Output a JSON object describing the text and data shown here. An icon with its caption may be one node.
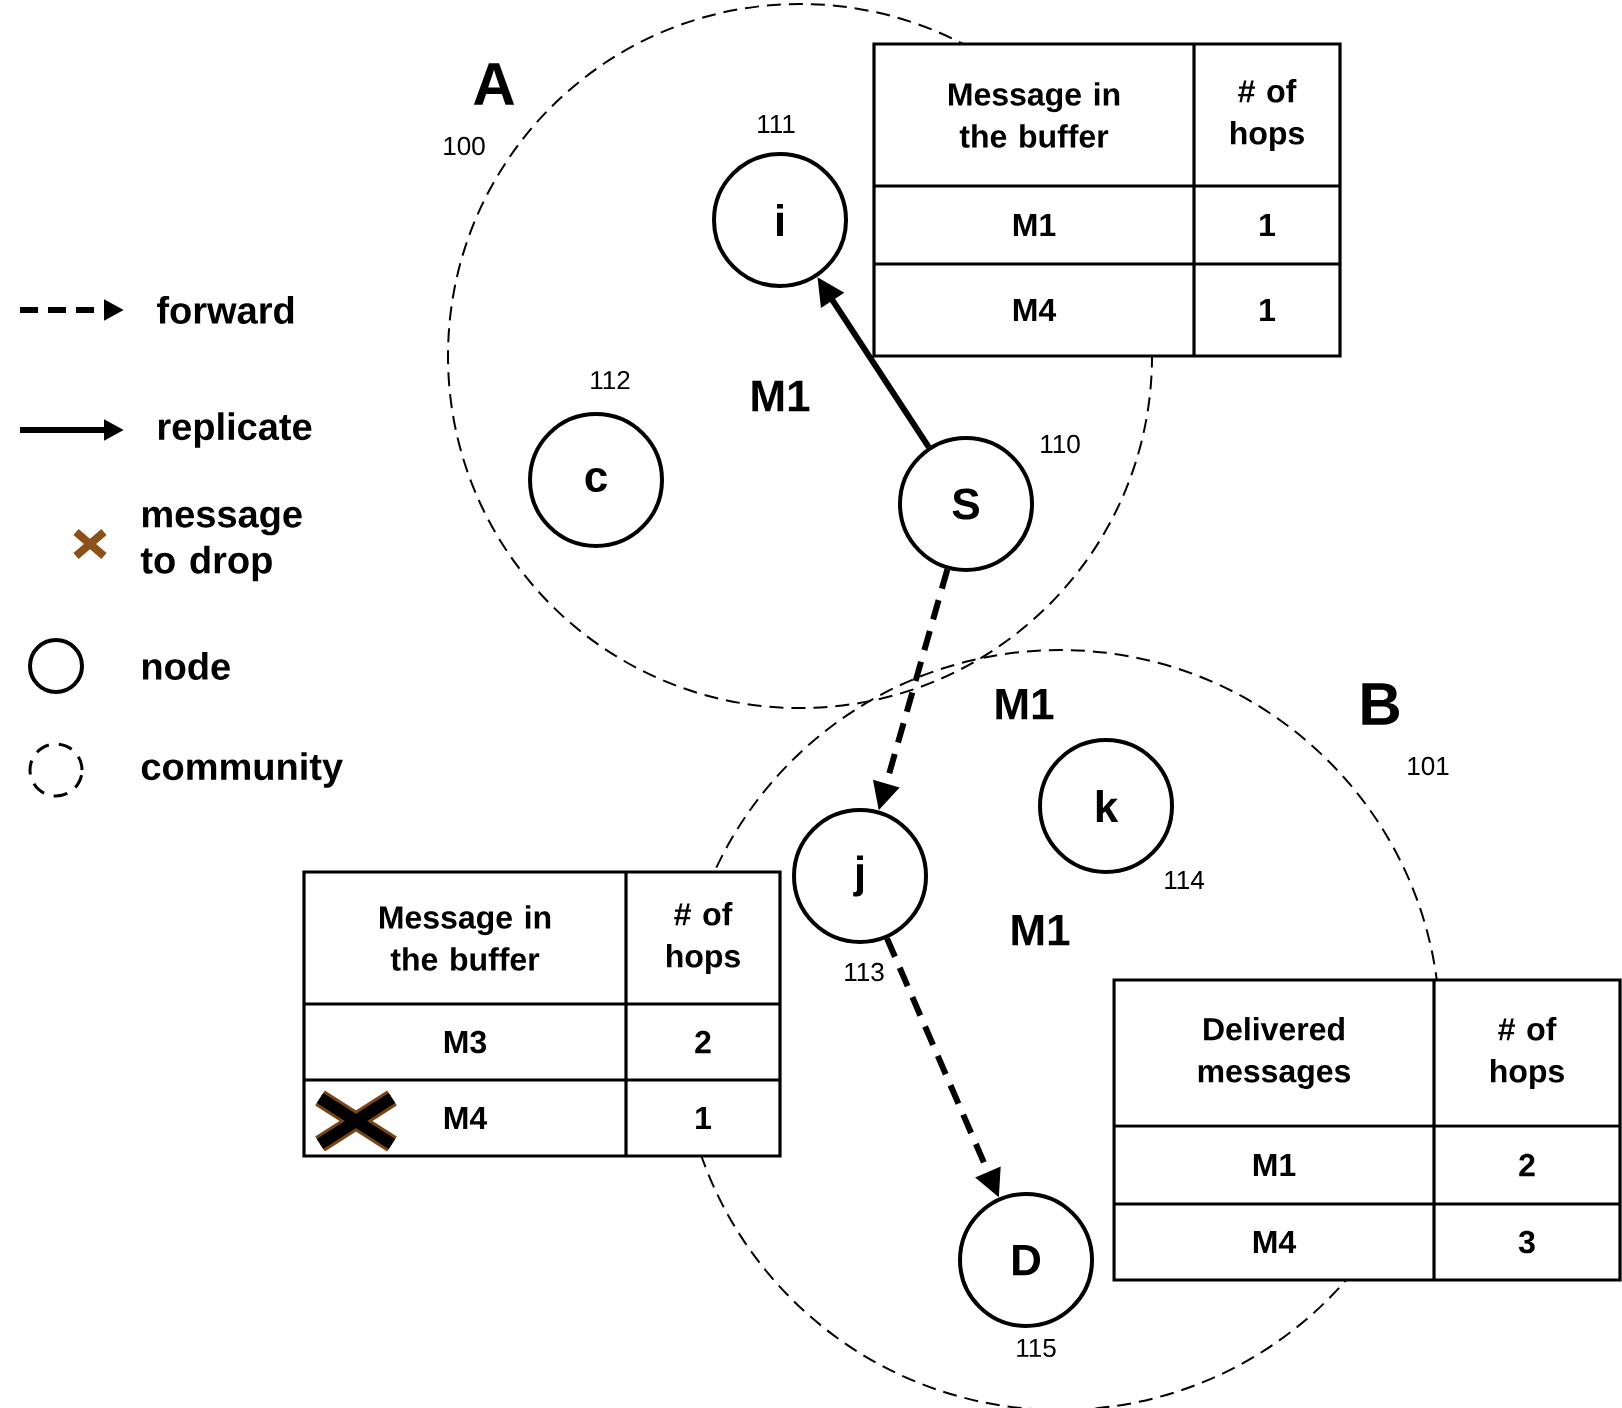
{
  "diagram": {
    "nodes": [
      {
        "text": [
          "A"
        ],
        "beside": [
          "100"
        ]
      },
      {
        "text": [
          "i"
        ],
        "in": 0,
        "beside": [
          "111"
        ]
      },
      {
        "text": [
          "c"
        ],
        "in": 0,
        "beside": [
          "112"
        ]
      },
      {
        "text": [
          "S"
        ],
        "in": 0,
        "beside": [
          "110"
        ]
      },
      {
        "text": [
          "B"
        ],
        "beside": [
          "101"
        ]
      },
      {
        "text": [
          "j"
        ],
        "in": 4,
        "beside": [
          "113"
        ]
      },
      {
        "text": [
          "k"
        ],
        "in": 4,
        "beside": [
          "114"
        ]
      },
      {
        "text": [
          "D"
        ],
        "in": 4,
        "beside": [
          "115"
        ]
      }
    ],
    "edges": [
      {
        "from": 3,
        "to": 1,
        "arrow": "to",
        "label": "M1"
      },
      {
        "from": 3,
        "to": 5,
        "arrow": "to",
        "label": "M1",
        "style": "dashed"
      },
      {
        "from": 5,
        "to": 7,
        "arrow": "to",
        "label": "M1",
        "style": "dashed"
      }
    ],
    "labels": [
      "Message in the buffer",
      "# of hops",
      "M1",
      "1",
      "M4",
      "1",
      "Message in the buffer",
      "# of hops",
      "M3",
      "2",
      "M4",
      "1",
      "Delivered messages",
      "# of hops",
      "M1",
      "2",
      "M4",
      "3"
    ],
    "legend": [
      {
        "text": "forward"
      },
      {
        "text": "replicate"
      },
      {
        "text": "message to drop"
      },
      {
        "text": "node"
      },
      {
        "text": "community"
      }
    ]
  }
}
